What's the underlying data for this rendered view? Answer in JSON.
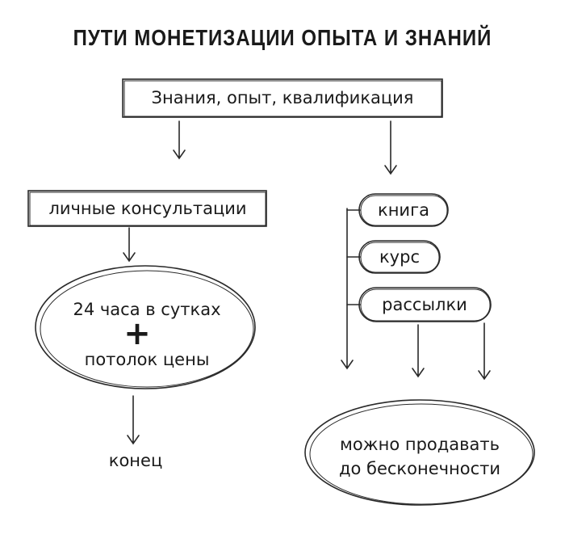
{
  "title": "ПУТИ МОНЕТИЗАЦИИ ОПЫТА И ЗНАНИЙ",
  "root": "Знания, опыт, квалификация",
  "left": {
    "box": "личные консультации",
    "ellipse_line1": "24 часа в сутках",
    "plus": "+",
    "ellipse_line2": "потолок цены",
    "end": "конец"
  },
  "right": {
    "items": [
      "книга",
      "курс",
      "рассылки"
    ],
    "ellipse_line1": "можно продавать",
    "ellipse_line2": "до бесконечности"
  },
  "colors": {
    "stroke": "#2a2a2a",
    "background": "#ffffff"
  }
}
